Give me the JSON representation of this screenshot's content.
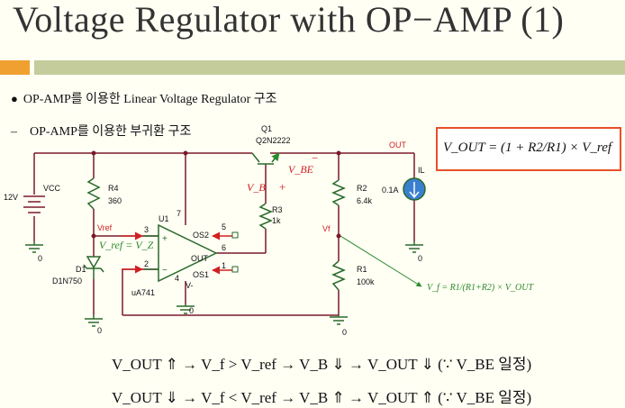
{
  "title": "Voltage Regulator with OP−AMP (1)",
  "bullets": {
    "b1": "OP-AMP를 이용한 Linear Voltage Regulator 구조",
    "b2": "OP-AMP를 이용한 부귀환 구조"
  },
  "circuit": {
    "vcc": "VCC",
    "v12": "12V",
    "g0": "0",
    "r4": "R4",
    "r4v": "360",
    "vref": "Vref",
    "vref_eq": "V_ref = V_Z",
    "d1": "D1",
    "d1n": "D1N750",
    "u1": "U1",
    "ua741": "uA741",
    "p3": "3",
    "p2": "2",
    "p7": "7",
    "p4": "4",
    "p5": "5",
    "p6": "6",
    "p1": "1",
    "os2": "OS2",
    "os1": "OS1",
    "out_pin": "OUT",
    "vminus": "V-",
    "q1": "Q1",
    "q2n": "Q2N2222",
    "vbe": "V_BE",
    "vb": "V_B",
    "plus": "+",
    "minus": "−",
    "r3": "R3",
    "r3v": "1k",
    "out": "OUT",
    "r2": "R2",
    "r2v": "6.4k",
    "r1": "R1",
    "r1v": "100k",
    "vf": "Vf",
    "il": "IL",
    "ia": "0.1A"
  },
  "formula_box": "V_OUT = (1 + R2/R1) × V_ref",
  "vf_formula": "V_f = R1/(R1+R2) × V_OUT",
  "eq_line1": "V_OUT ⇑ → V_f > V_ref → V_B ⇓ → V_OUT ⇓ (∵ V_BE 일정)",
  "eq_line2": "V_OUT ⇓ → V_f < V_ref → V_B ⇑ → V_OUT ⇑ (∵ V_BE 일정)"
}
